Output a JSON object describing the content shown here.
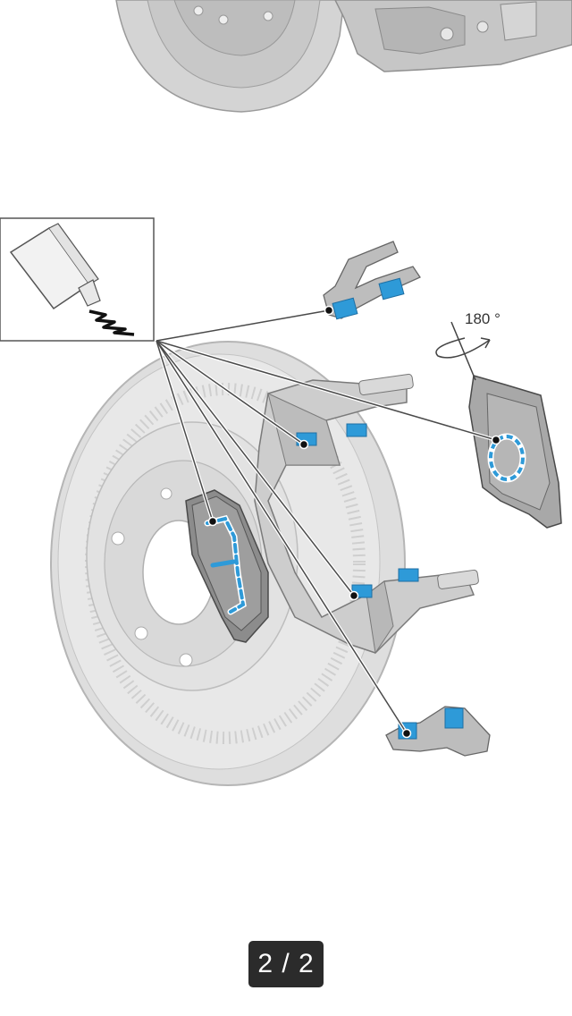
{
  "viewer": {
    "page_indicator": "2 / 2",
    "current_page": 2,
    "total_pages": 2
  },
  "diagram": {
    "rotation_label": "180 °",
    "icons": [
      "grease-tube-icon",
      "rotate-180-icon"
    ],
    "colors": {
      "grease_highlight": "#2e9ad8",
      "part_gray": "#c9c9c9",
      "line": "#555555"
    }
  }
}
